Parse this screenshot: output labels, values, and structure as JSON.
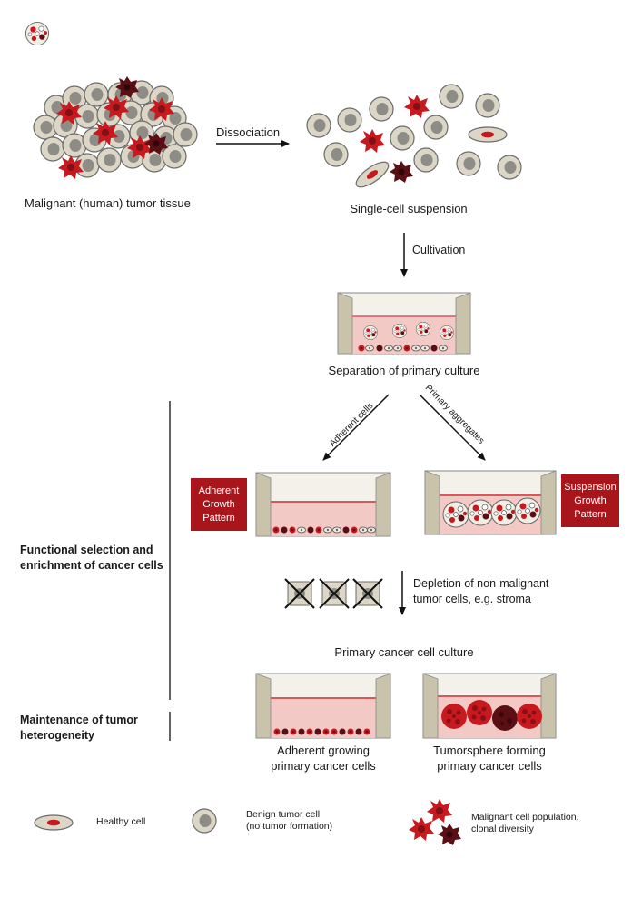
{
  "labels": {
    "tumor_tissue": "Malignant (human) tumor tissue",
    "dissociation": "Dissociation",
    "single_cell": "Single-cell suspension",
    "cultivation": "Cultivation",
    "separation": "Separation of primary culture",
    "adherent_cells": "Adherent cells",
    "primary_aggregates": "Primary aggregates",
    "depletion_line1": "Depletion of non-malignant",
    "depletion_line2": "tumor cells, e.g. stroma",
    "primary_culture": "Primary cancer cell culture",
    "adherent_growing_line1": "Adherent growing",
    "adherent_growing_line2": "primary cancer cells",
    "tumorsphere_line1": "Tumorsphere forming",
    "tumorsphere_line2": "primary cancer cells"
  },
  "boxes": {
    "adherent": [
      "Adherent",
      "Growth",
      "Pattern"
    ],
    "suspension": [
      "Suspension",
      "Growth",
      "Pattern"
    ]
  },
  "side_labels": {
    "functional_line1": "Functional selection and",
    "functional_line2": "enrichment of cancer cells",
    "maintenance_line1": "Maintenance of tumor",
    "maintenance_line2": "heterogeneity"
  },
  "legend": {
    "healthy": "Healthy cell",
    "benign_line1": "Benign tumor cell",
    "benign_line2": "(no tumor formation)",
    "malignant_line1": "Malignant cell population,",
    "malignant_line2": "clonal diversity"
  },
  "colors": {
    "accent_red": "#a8161c",
    "malignant_red": "#c8191f",
    "malignant_dark": "#5a0f14",
    "cell_beige": "#dcd6c6",
    "cell_outline": "#6b6b6b",
    "nucleus_gray": "#8e8c86",
    "medium_pink": "#f3c9c5"
  }
}
